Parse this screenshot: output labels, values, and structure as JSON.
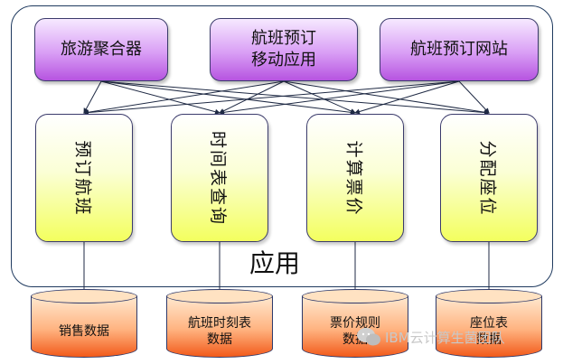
{
  "top_boxes": [
    "旅游聚合器",
    "航班预订\n移动应用",
    "航班预订网站"
  ],
  "modules": [
    "预订航班",
    "时间表查询",
    "计算票价",
    "分配座位"
  ],
  "app_label": "应用",
  "databases": [
    "销售数据",
    "航班时刻表\n数据",
    "票价规则\n数据",
    "座位表\n数据"
  ],
  "watermark": "IBM云计算生菌团队",
  "colors": {
    "top_box_gradient": [
      "#f6e9ff",
      "#b654e0"
    ],
    "module_gradient": [
      "#ffffff",
      "#f3ff5e"
    ],
    "db_gradient": [
      "#ffe9d0",
      "#f25a1a"
    ],
    "border": "#1f3a5f"
  }
}
